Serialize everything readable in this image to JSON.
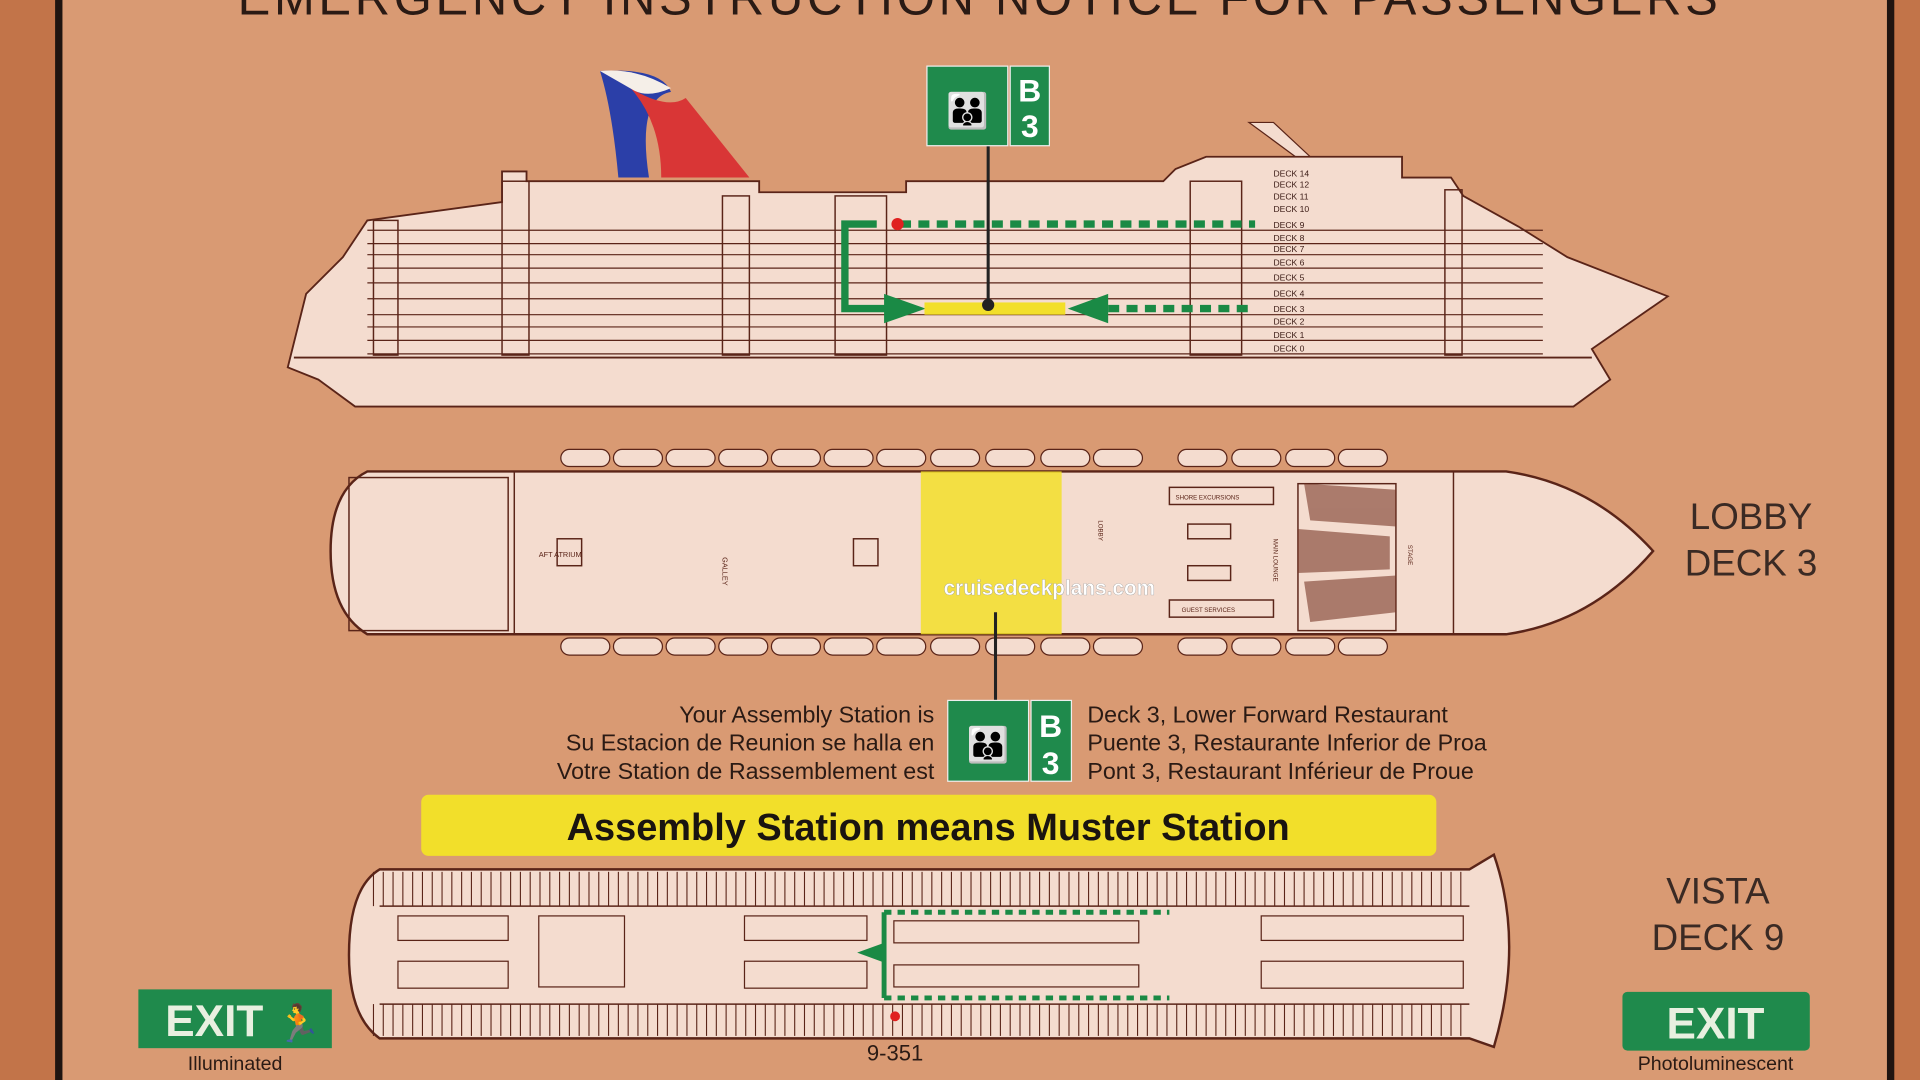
{
  "notice": {
    "title": "EMERGENCY INSTRUCTION NOTICE FOR PASSENGERS",
    "station_code_letter": "B",
    "station_code_number": "3"
  },
  "profile": {
    "decks": [
      "DECK 14",
      "DECK 12",
      "DECK 11",
      "DECK 10",
      "DECK 9",
      "DECK 8",
      "DECK 7",
      "DECK 6",
      "DECK 5",
      "DECK 4",
      "DECK 3",
      "DECK 2",
      "DECK 1",
      "DECK 0"
    ]
  },
  "deck3": {
    "name_line1": "LOBBY",
    "name_line2": "DECK 3",
    "labels": {
      "aft_atrium": "AFT ATRIUM",
      "galley": "GALLEY",
      "lobby": "LOBBY",
      "shore_excursions": "SHORE EXCURSIONS",
      "guest_services": "GUEST SERVICES",
      "main_lounge": "MAIN LOUNGE",
      "stage": "STAGE"
    }
  },
  "watermark": "cruisedeckplans.com",
  "assembly": {
    "left": [
      "Your Assembly Station is",
      "Su Estacion de Reunion se halla en",
      "Votre Station de Rassemblement est"
    ],
    "right": [
      "Deck 3, Lower Forward Restaurant",
      "Puente 3, Restaurante Inferior de Proa",
      "Pont 3, Restaurant Inférieur de Proue"
    ],
    "banner": "Assembly Station means Muster Station"
  },
  "deck9": {
    "name_line1": "VISTA",
    "name_line2": "DECK 9",
    "cabin": "9-351"
  },
  "exits": {
    "left_label": "EXIT",
    "left_caption": "Illuminated",
    "right_label": "EXIT",
    "right_caption": "Photoluminescent"
  },
  "colors": {
    "background": "#c97d52",
    "board": "#d99a73",
    "ink": "#5a2418",
    "sign_green": "#1f8a4c",
    "route_green": "#1a8a45",
    "banner_yellow": "#f2df2a",
    "paper": "#f4dccf"
  }
}
